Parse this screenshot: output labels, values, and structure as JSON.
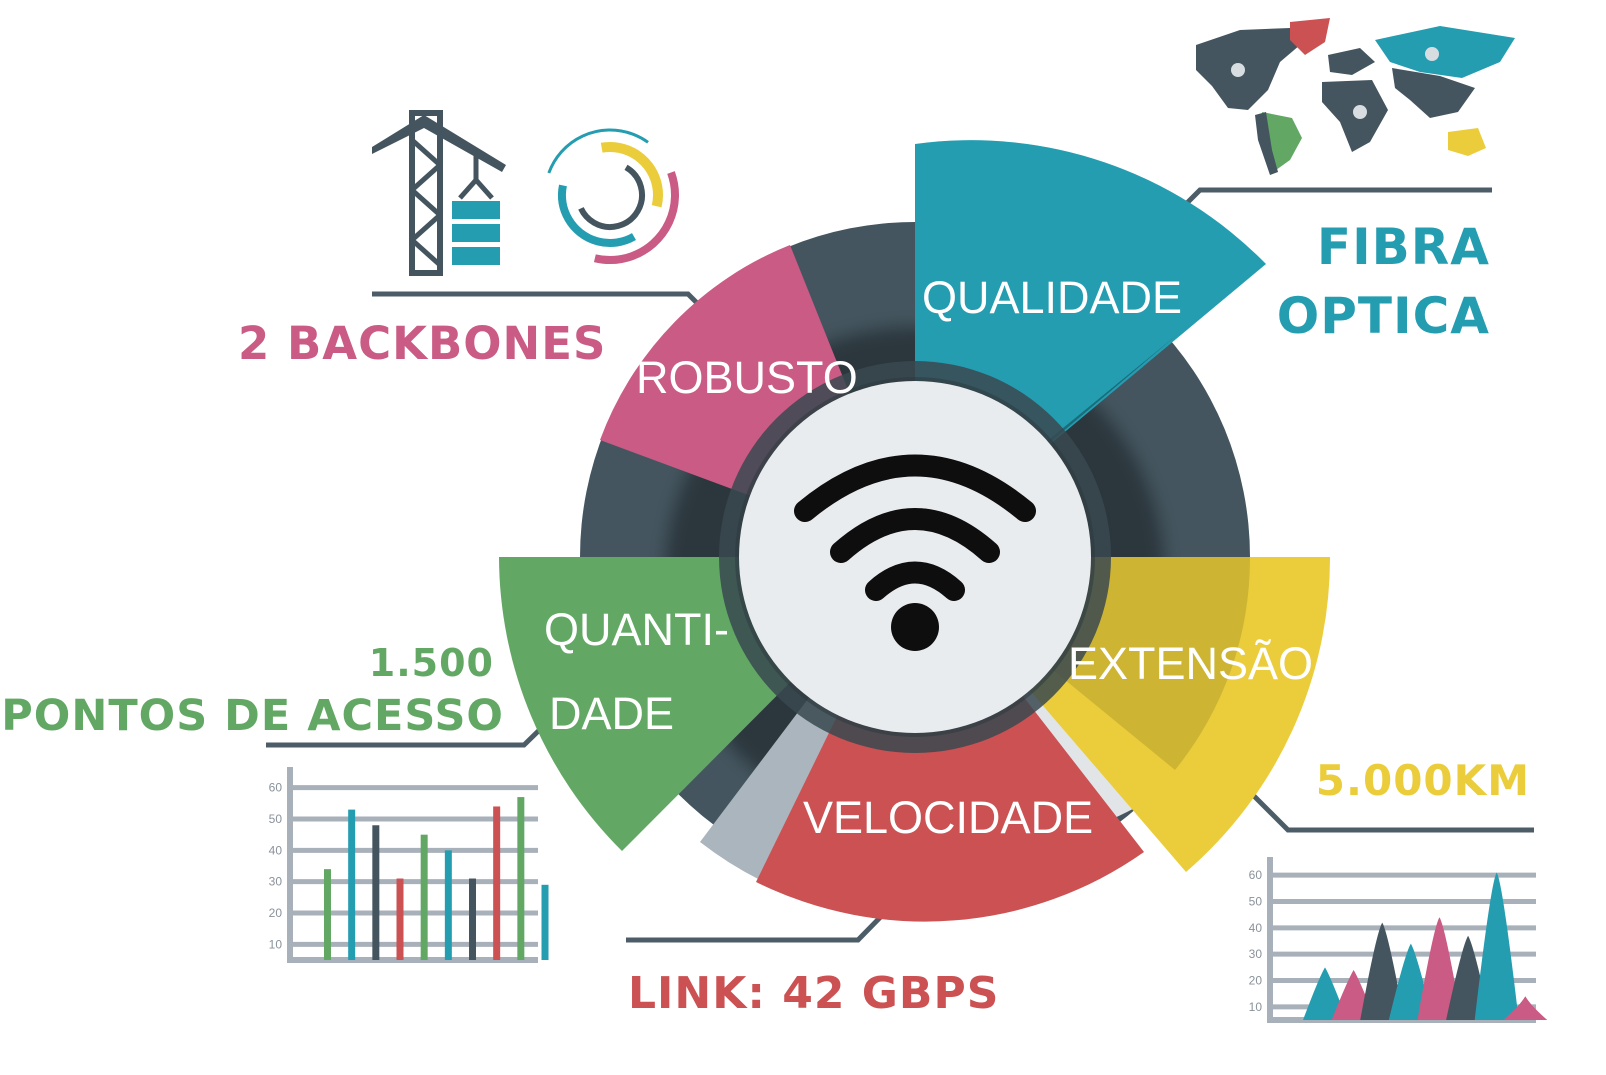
{
  "colors": {
    "dark": "#44555f",
    "teal": "#259db1",
    "pink": "#c95b84",
    "green": "#62a864",
    "red": "#cb5152",
    "yellow": "#ebcd3b",
    "lightgray": "#d8dde1",
    "center": "#e9ecee",
    "line": "#4c5d68",
    "axis": "#a8b1b9"
  },
  "segments": {
    "qualidade": "QUALIDADE",
    "robusto": "ROBUSTO",
    "quantidade_line1": "QUANTI-",
    "quantidade_line2": "DADE",
    "extensao": "EXTENSÃO",
    "velocidade": "VELOCIDADE"
  },
  "callouts": {
    "fibra_line1": "FIBRA",
    "fibra_line2": "OPTICA",
    "backbones": "2 BACKBONES",
    "pontos_line1": "1.500",
    "pontos_line2": "PONTOS DE ACESSO",
    "km": "5.000KM",
    "link": "LINK: 42 GBPS"
  },
  "center_icon": "wifi-icon",
  "icons": [
    "crane-icon",
    "circular-progress-icon",
    "world-map-icon"
  ],
  "chart_data": [
    {
      "type": "bar",
      "y_ticks": [
        "60",
        "50",
        "40",
        "30",
        "20",
        "10"
      ],
      "ylim": [
        5,
        65
      ],
      "series": [
        {
          "color": "#62a864",
          "values": [
            34,
            45,
            57
          ]
        },
        {
          "color": "#259db1",
          "values": [
            53,
            40,
            29
          ]
        },
        {
          "color": "#44555f",
          "values": [
            48,
            31
          ]
        },
        {
          "color": "#cb5152",
          "values": [
            31,
            54
          ]
        }
      ],
      "order": [
        [
          "#62a864",
          34
        ],
        [
          "#259db1",
          53
        ],
        [
          "#44555f",
          48
        ],
        [
          "#cb5152",
          31
        ],
        [
          "#62a864",
          45
        ],
        [
          "#259db1",
          40
        ],
        [
          "#44555f",
          31
        ],
        [
          "#cb5152",
          54
        ],
        [
          "#62a864",
          57
        ],
        [
          "#259db1",
          29
        ]
      ]
    },
    {
      "type": "area",
      "y_ticks": [
        "60",
        "50",
        "40",
        "30",
        "20",
        "10"
      ],
      "ylim": [
        5,
        65
      ],
      "peaks": [
        {
          "color": "#259db1",
          "value": 25
        },
        {
          "color": "#c95b84",
          "value": 24
        },
        {
          "color": "#44555f",
          "value": 42
        },
        {
          "color": "#259db1",
          "value": 34
        },
        {
          "color": "#c95b84",
          "value": 44
        },
        {
          "color": "#44555f",
          "value": 37
        },
        {
          "color": "#259db1",
          "value": 61
        },
        {
          "color": "#c95b84",
          "value": 14
        }
      ]
    }
  ]
}
